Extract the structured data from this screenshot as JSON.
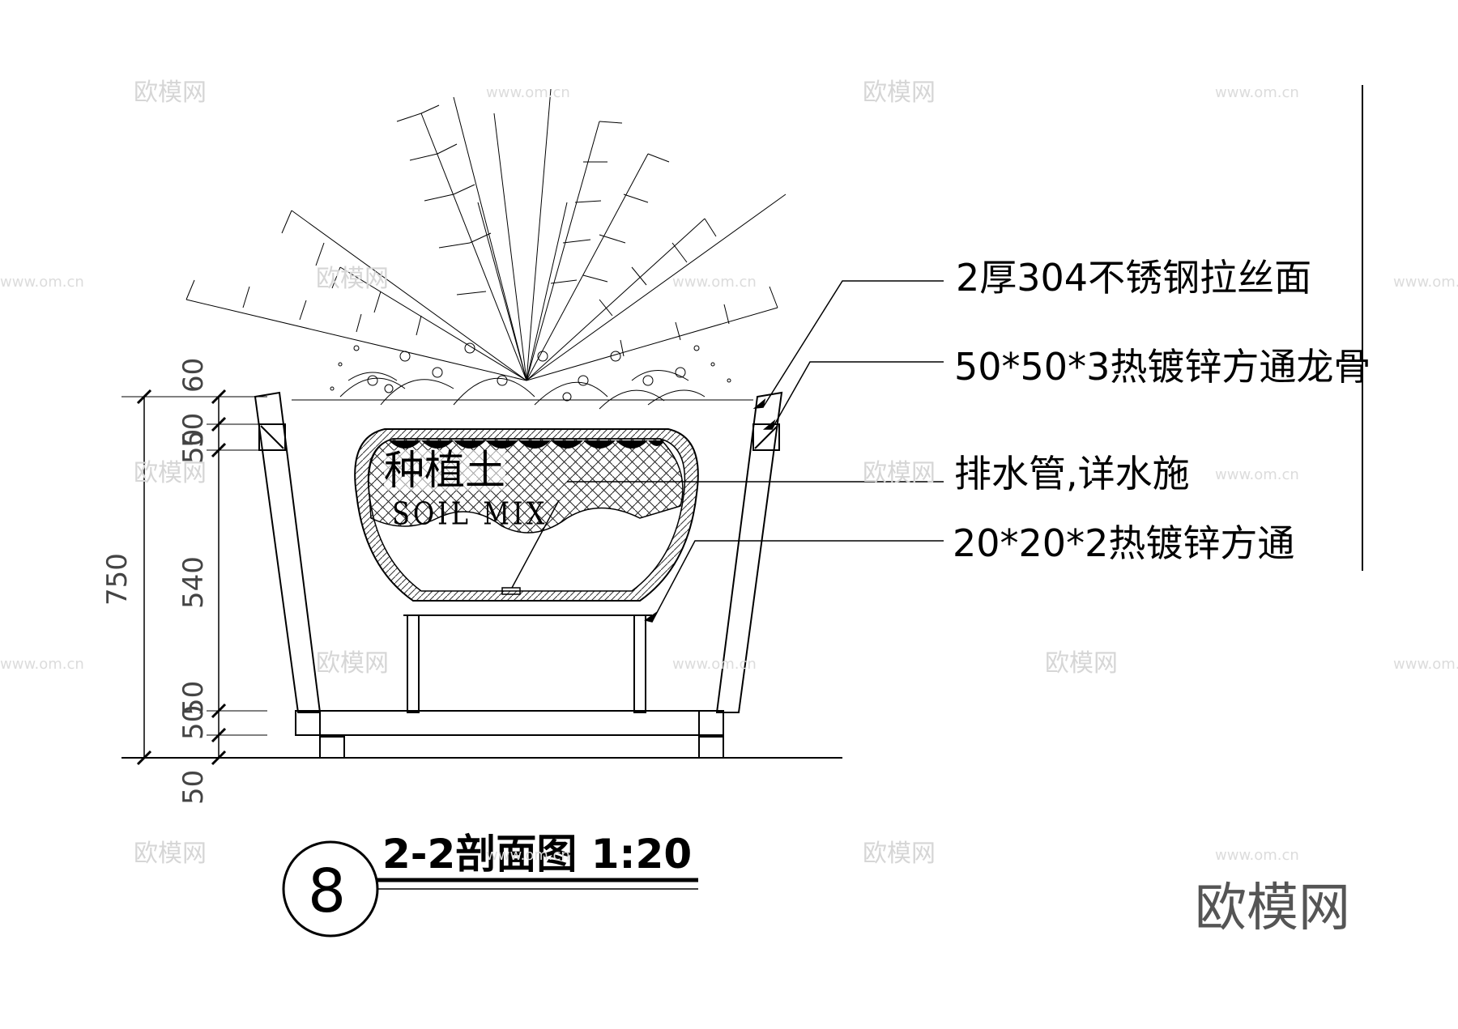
{
  "callouts": {
    "surface": "2厚304不锈钢拉丝面",
    "frame": "50*50*3热镀锌方通龙骨",
    "drain": "排水管,详水施",
    "tube": "20*20*2热镀锌方通"
  },
  "dimensions": {
    "d60": "60",
    "d50a": "50",
    "d50b": "50",
    "d750": "750",
    "d540": "540",
    "d50c": "50",
    "d50d": "50",
    "d50e": "50"
  },
  "soil": {
    "cn": "种植土",
    "en": "SOIL MIX"
  },
  "title": {
    "number": "8",
    "text": "2-2剖面图 1:20"
  },
  "watermark": {
    "text": "欧模网",
    "url": "www.om.cn"
  }
}
